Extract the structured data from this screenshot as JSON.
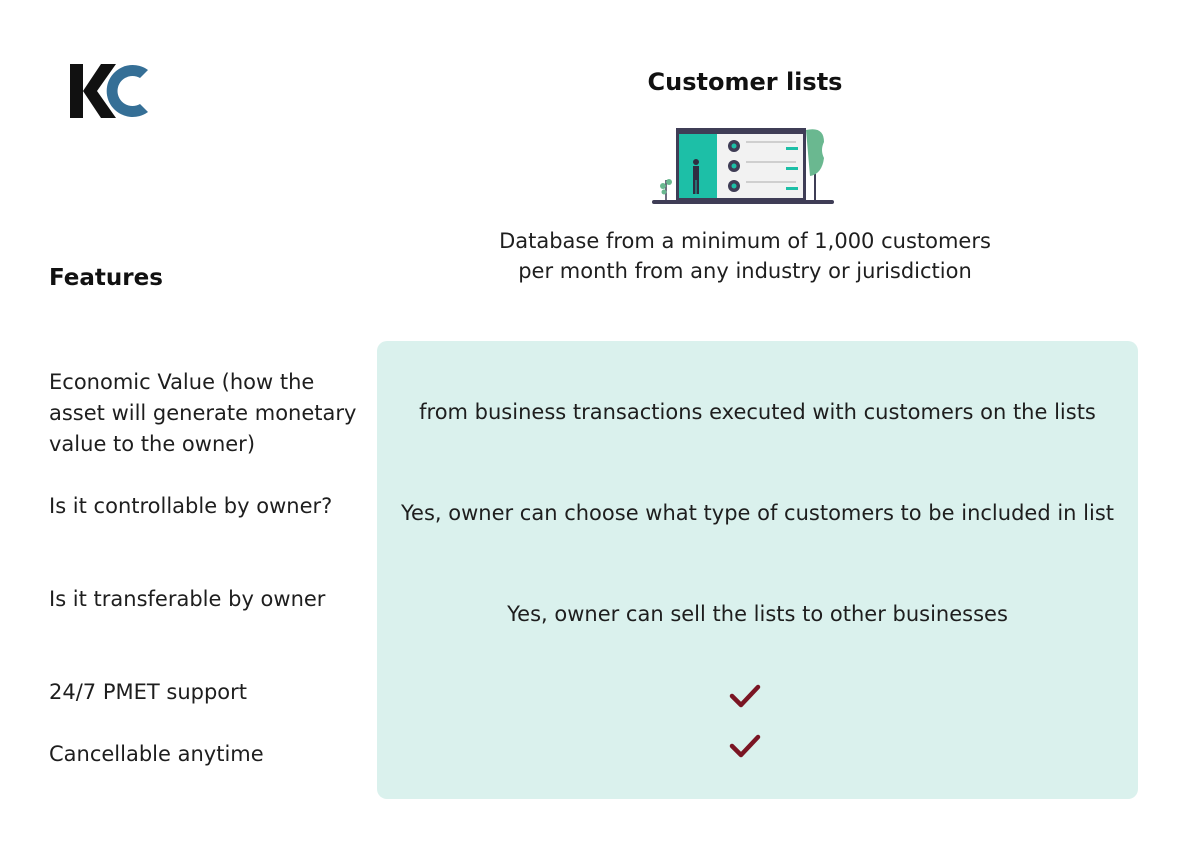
{
  "logo": {
    "text": "KC",
    "colors": {
      "k": "#111111",
      "c": "#356f96"
    }
  },
  "title": "Customer lists",
  "illustration": {
    "icon": "customer-database-illustration",
    "accent": "#1dbfa7"
  },
  "description": {
    "line1": "Database from a minimum of 1,000 customers",
    "line2": "per month from any industry or jurisdiction"
  },
  "features_heading": "Features",
  "features": [
    {
      "label_lines": [
        "Economic Value (how the",
        "asset will generate monetary",
        "value to the owner)"
      ],
      "value": "from business transactions executed with customers on the lists"
    },
    {
      "label_lines": [
        "Is it controllable by owner?"
      ],
      "value": "Yes, owner can choose what type of customers to be included in list"
    },
    {
      "label_lines": [
        "Is it transferable by owner"
      ],
      "value": "Yes, owner can sell the lists to other businesses"
    },
    {
      "label_lines": [
        "24/7 PMET support"
      ],
      "value_icon": "checkmark-icon"
    },
    {
      "label_lines": [
        "Cancellable anytime"
      ],
      "value_icon": "checkmark-icon"
    }
  ],
  "colors": {
    "panel": "#daf1ed",
    "check": "#7a1523"
  }
}
